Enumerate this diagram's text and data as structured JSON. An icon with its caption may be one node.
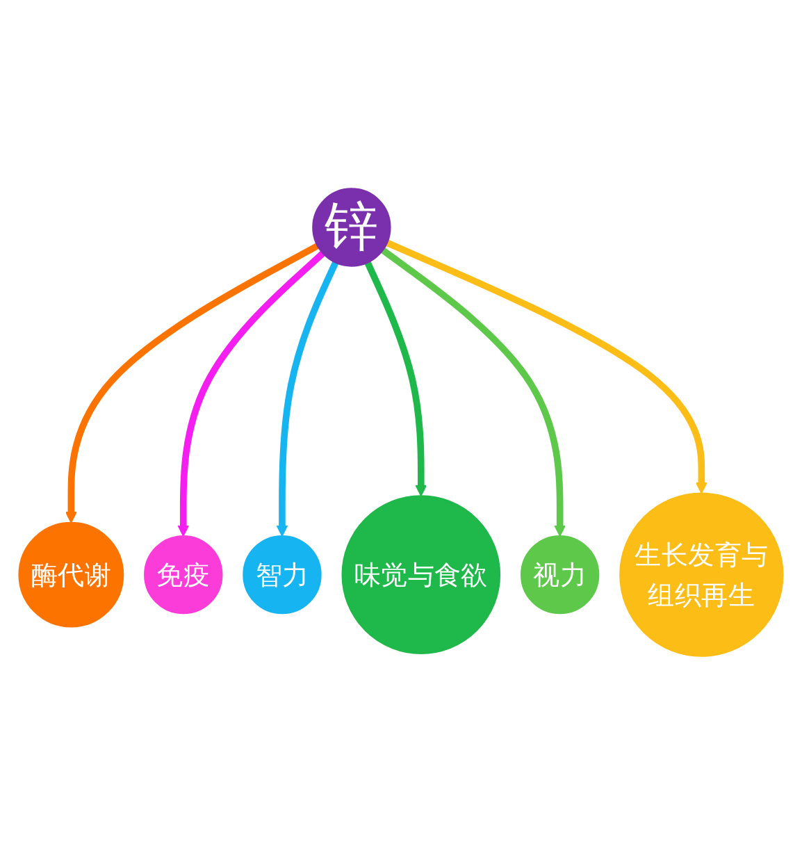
{
  "diagram": {
    "nodes": [
      {
        "text": [
          "锌"
        ]
      },
      {
        "text": [
          "酶代谢"
        ]
      },
      {
        "text": [
          "免疫"
        ]
      },
      {
        "text": [
          "智力"
        ]
      },
      {
        "text": [
          "味觉与食欲"
        ]
      },
      {
        "text": [
          "视力"
        ]
      },
      {
        "text": [
          "生长发育与组织再生"
        ]
      }
    ],
    "edges": [
      {
        "from": 0,
        "to": 1,
        "arrow": "to",
        "color": "#fd7300"
      },
      {
        "from": 0,
        "to": 2,
        "arrow": "to",
        "color": "#f51ef0"
      },
      {
        "from": 0,
        "to": 3,
        "arrow": "to",
        "color": "#16b4f0"
      },
      {
        "from": 0,
        "to": 4,
        "arrow": "to",
        "color": "#1fb84a"
      },
      {
        "from": 0,
        "to": 5,
        "arrow": "to",
        "color": "#5ec84a"
      },
      {
        "from": 0,
        "to": 6,
        "arrow": "to",
        "color": "#fbbd16"
      }
    ]
  }
}
